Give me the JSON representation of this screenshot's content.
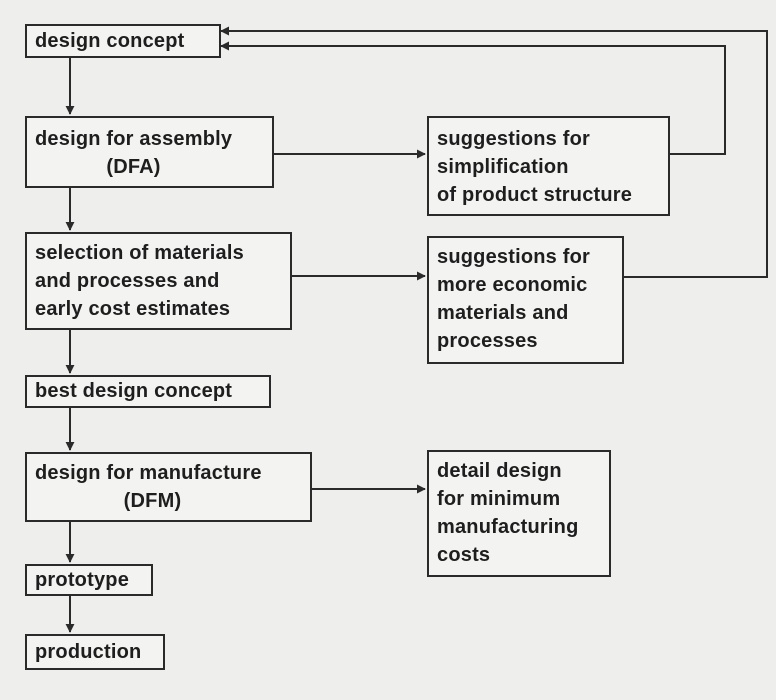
{
  "nodes": {
    "design_concept": [
      "design concept"
    ],
    "dfa": [
      "design for assembly",
      "(DFA)"
    ],
    "simplification": [
      "suggestions for",
      "simplification",
      "of product structure"
    ],
    "materials_selection": [
      "selection of materials",
      "and processes and",
      "early cost estimates"
    ],
    "economic_suggestions": [
      "suggestions for",
      "more economic",
      "materials and",
      "processes"
    ],
    "best_concept": [
      "best design concept"
    ],
    "dfm": [
      "design for manufacture",
      "(DFM)"
    ],
    "detail_design": [
      "detail design",
      "for minimum",
      "manufacturing",
      "costs"
    ],
    "prototype": [
      "prototype"
    ],
    "production": [
      "production"
    ]
  },
  "edges": [
    [
      "design_concept",
      "dfa"
    ],
    [
      "dfa",
      "materials_selection"
    ],
    [
      "materials_selection",
      "best_concept"
    ],
    [
      "best_concept",
      "dfm"
    ],
    [
      "dfm",
      "prototype"
    ],
    [
      "prototype",
      "production"
    ],
    [
      "dfa",
      "simplification"
    ],
    [
      "materials_selection",
      "economic_suggestions"
    ],
    [
      "dfm",
      "detail_design"
    ],
    [
      "simplification",
      "design_concept"
    ],
    [
      "economic_suggestions",
      "design_concept"
    ]
  ]
}
